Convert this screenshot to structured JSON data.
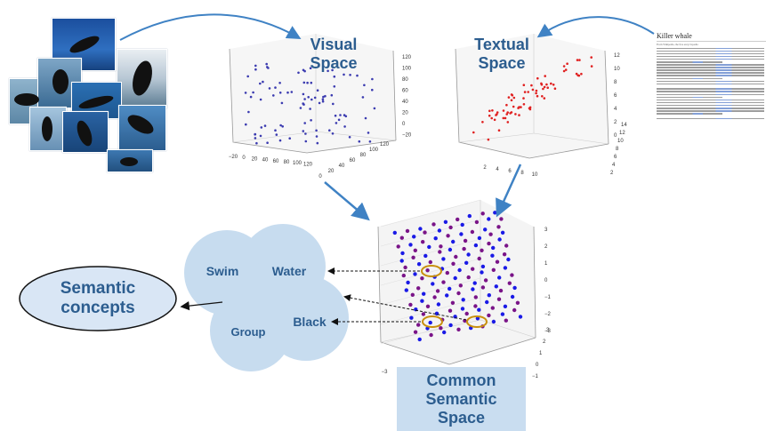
{
  "labels": {
    "visual_space": [
      "Visual",
      "Space"
    ],
    "textual_space": [
      "Textual",
      "Space"
    ],
    "common_space": [
      "Common",
      "Semantic",
      "Space"
    ],
    "semantic_concepts": [
      "Semantic",
      "concepts"
    ],
    "concept_swim": "Swim",
    "concept_water": "Water",
    "concept_group": "Group",
    "concept_black": "Black"
  },
  "document": {
    "title": "Killer whale",
    "subtitle": "From Wikipedia, the free encyclopedia"
  },
  "visual_plot": {
    "x_ticks": [
      "−20",
      "0",
      "20",
      "40",
      "60",
      "80",
      "100",
      "120"
    ],
    "y_ticks": [
      "−20",
      "0",
      "20",
      "40",
      "60",
      "80",
      "100",
      "120"
    ],
    "z_ticks": [
      "120",
      "100",
      "80",
      "60",
      "40",
      "20",
      "0",
      "−20"
    ]
  },
  "textual_plot": {
    "x_ticks": [
      "2",
      "4",
      "6",
      "8",
      "10",
      "12"
    ],
    "y_ticks": [
      "2",
      "4",
      "6",
      "8",
      "10",
      "12",
      "14"
    ],
    "z_ticks": [
      "12",
      "10",
      "8",
      "6",
      "4",
      "2",
      "0"
    ]
  },
  "common_plot": {
    "x_ticks": [
      "−3",
      "−2",
      "−1"
    ],
    "y_ticks": [
      "−1",
      "0",
      "1",
      "2",
      "3"
    ],
    "z_ticks": [
      "3",
      "2",
      "1",
      "0",
      "−1",
      "−2",
      "−3"
    ]
  },
  "colors": {
    "title_text": "#2c5d8f",
    "arrow": "#3f82c4",
    "cloud": "#c7dcef",
    "label_box": "#c9ddf0",
    "ellipse_fill": "#d9e6f5",
    "highlight": "#c8900e",
    "visual_points": "#3b3bb0",
    "textual_points": "#e02020",
    "common_blue": "#1a1ae6",
    "common_purple": "#7a1488"
  }
}
